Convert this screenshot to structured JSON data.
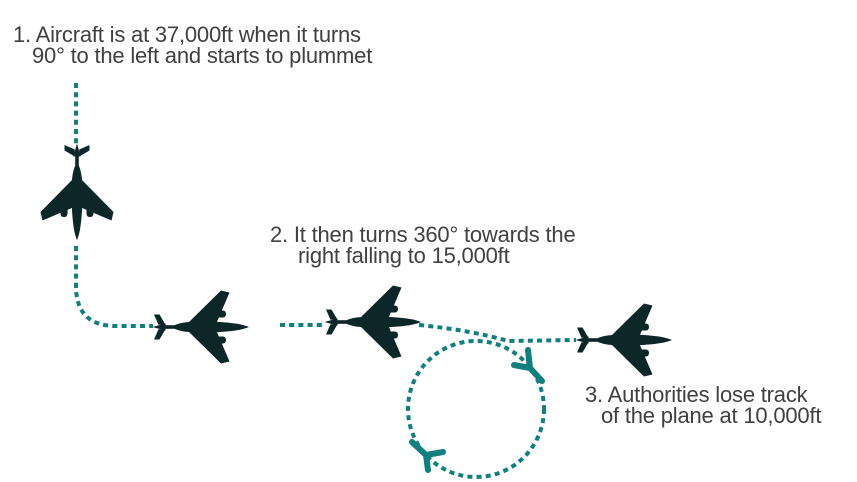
{
  "annotations": [
    {
      "line1": "1. Aircraft is at 37,000ft when it turns",
      "line2": "90° to the left and starts to plummet"
    },
    {
      "line1": "2. It then turns 360° towards the",
      "line2": "right falling to 15,000ft"
    },
    {
      "line1": "3. Authorities lose track",
      "line2": "of the plane at 10,000ft"
    }
  ],
  "colors": {
    "route_teal": "#0f7f7f",
    "plane_dark": "#0d2729",
    "text_gray": "#404040",
    "background": "#ffffff"
  }
}
